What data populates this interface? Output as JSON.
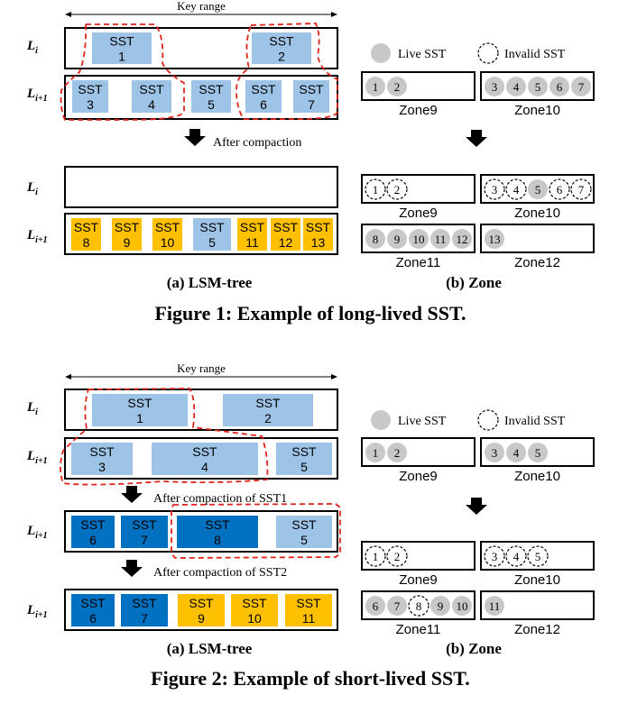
{
  "figure1": {
    "key_range_label": "Key range",
    "level_i": "L",
    "level_i_sub": "i",
    "level_i1": "L",
    "level_i1_sub": "i+1",
    "sst_word": "SST",
    "top_li": [
      "1",
      "2"
    ],
    "top_li1": [
      "3",
      "4",
      "5",
      "6",
      "7"
    ],
    "arrow_label": "After compaction",
    "bottom_li1": [
      "8",
      "9",
      "10",
      "5",
      "11",
      "12",
      "13"
    ],
    "caption_a": "(a) LSM-tree",
    "caption_b": "(b) Zone",
    "title": "Figure 1: Example of long-lived SST.",
    "legend_live": "Live SST",
    "legend_invalid": "Invalid SST",
    "zones_before": [
      {
        "name": "Zone9",
        "items": [
          "1",
          "2"
        ]
      },
      {
        "name": "Zone10",
        "items": [
          "3",
          "4",
          "5",
          "6",
          "7"
        ]
      }
    ],
    "zones_after": [
      {
        "name": "Zone9",
        "items": [
          "1",
          "2"
        ]
      },
      {
        "name": "Zone10",
        "items": [
          "3",
          "4",
          "5",
          "6",
          "7"
        ]
      },
      {
        "name": "Zone11",
        "items": [
          "8",
          "9",
          "10",
          "11",
          "12"
        ]
      },
      {
        "name": "Zone12",
        "items": [
          "13"
        ]
      }
    ]
  },
  "figure2": {
    "key_range_label": "Key range",
    "level_i": "L",
    "level_i_sub": "i",
    "level_i1": "L",
    "level_i1_sub": "i+1",
    "sst_word": "SST",
    "top_li": [
      "1",
      "2"
    ],
    "top_li1": [
      "3",
      "4",
      "5"
    ],
    "arrow1_label": "After compaction of SST1",
    "mid_li1": [
      "6",
      "7",
      "8",
      "5"
    ],
    "arrow2_label": "After compaction of SST2",
    "bottom_li1": [
      "6",
      "7",
      "9",
      "10",
      "11"
    ],
    "caption_a": "(a) LSM-tree",
    "caption_b": "(b) Zone",
    "title": "Figure 2: Example of short-lived SST.",
    "legend_live": "Live SST",
    "legend_invalid": "Invalid SST",
    "zones_before": [
      {
        "name": "Zone9",
        "items": [
          "1",
          "2"
        ]
      },
      {
        "name": "Zone10",
        "items": [
          "3",
          "4",
          "5"
        ]
      }
    ],
    "zones_after": [
      {
        "name": "Zone9",
        "items": [
          "1",
          "2"
        ]
      },
      {
        "name": "Zone10",
        "items": [
          "3",
          "4",
          "5"
        ]
      },
      {
        "name": "Zone11",
        "items": [
          "6",
          "7",
          "8",
          "9",
          "10"
        ]
      },
      {
        "name": "Zone12",
        "items": [
          "11"
        ]
      }
    ]
  },
  "colors": {
    "sst_light": "#9dc3e6",
    "sst_dark": "#0070c0",
    "sst_new": "#ffc000",
    "dash_red": "#e0241b",
    "live_circle": "#c8c8c8",
    "black": "#000000"
  }
}
